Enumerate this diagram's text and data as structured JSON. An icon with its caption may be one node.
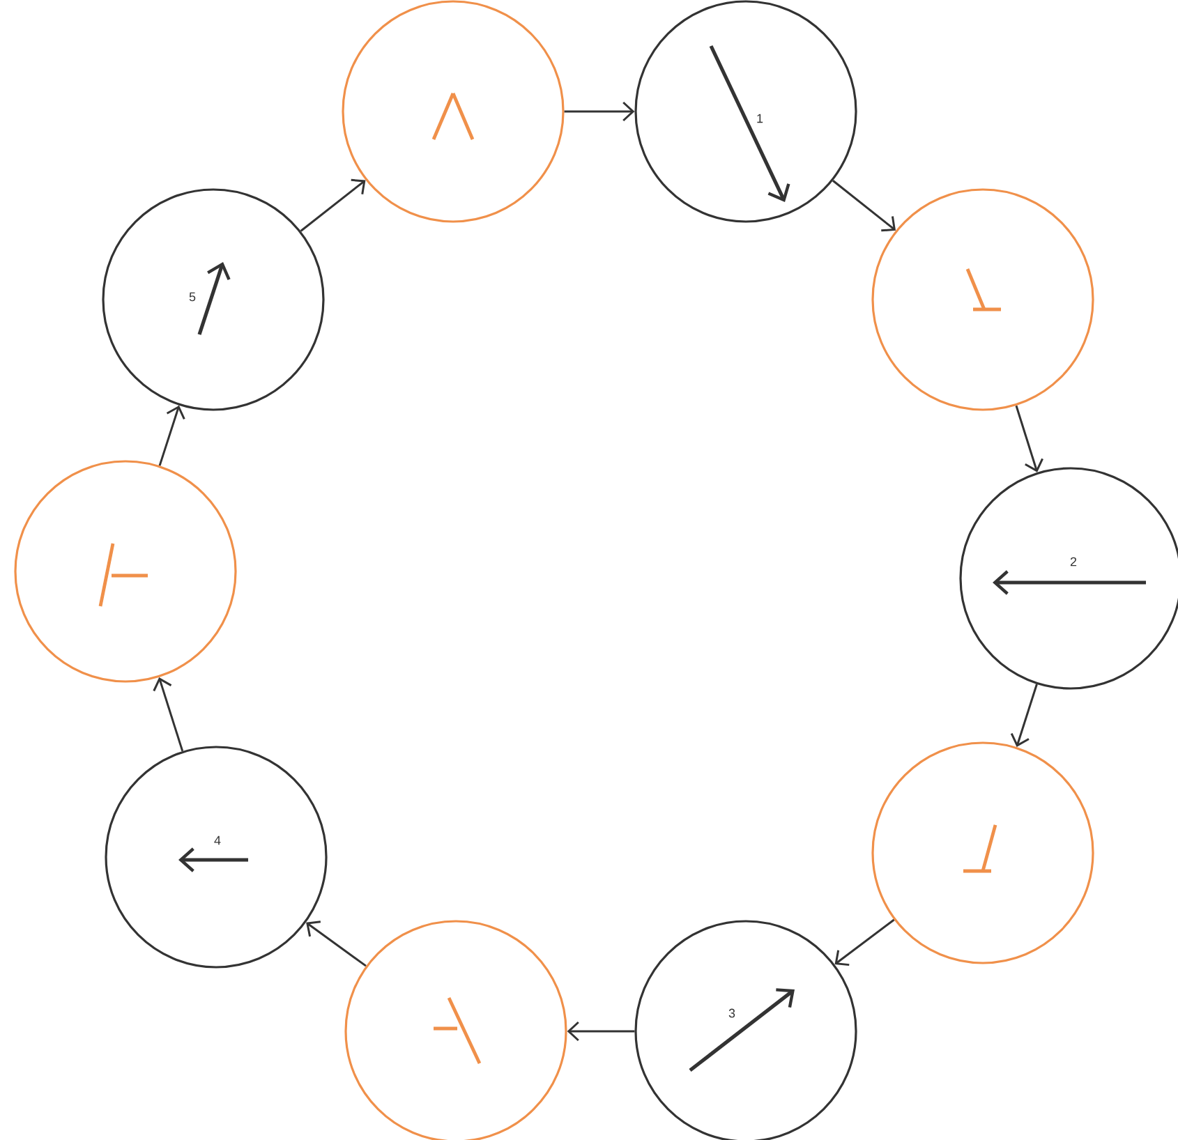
{
  "diagram": {
    "nodes": [
      {
        "text": [],
        "shape": "circle"
      },
      {
        "text": [
          "1"
        ]
      },
      {
        "text": [],
        "shape": "circle"
      },
      {
        "text": [
          "2"
        ]
      },
      {
        "text": [],
        "shape": "circle"
      },
      {
        "text": [
          "3"
        ]
      },
      {
        "text": [],
        "shape": "circle"
      },
      {
        "text": [
          "4"
        ]
      },
      {
        "text": [],
        "shape": "circle"
      },
      {
        "text": [
          "5"
        ]
      }
    ],
    "edges": [
      {
        "from": 0,
        "to": 1,
        "arrow": "to"
      },
      {
        "from": 1,
        "to": 2,
        "arrow": "to"
      },
      {
        "from": 2,
        "to": 3,
        "arrow": "to"
      },
      {
        "from": 3,
        "to": 4,
        "arrow": "to"
      },
      {
        "from": 4,
        "to": 5,
        "arrow": "to"
      },
      {
        "from": 5,
        "to": 6,
        "arrow": "to"
      },
      {
        "from": 6,
        "to": 7,
        "arrow": "to"
      },
      {
        "from": 7,
        "to": 8,
        "arrow": "to"
      },
      {
        "from": 8,
        "to": 9,
        "arrow": "to"
      },
      {
        "from": 9,
        "to": 0,
        "arrow": "to"
      }
    ]
  }
}
